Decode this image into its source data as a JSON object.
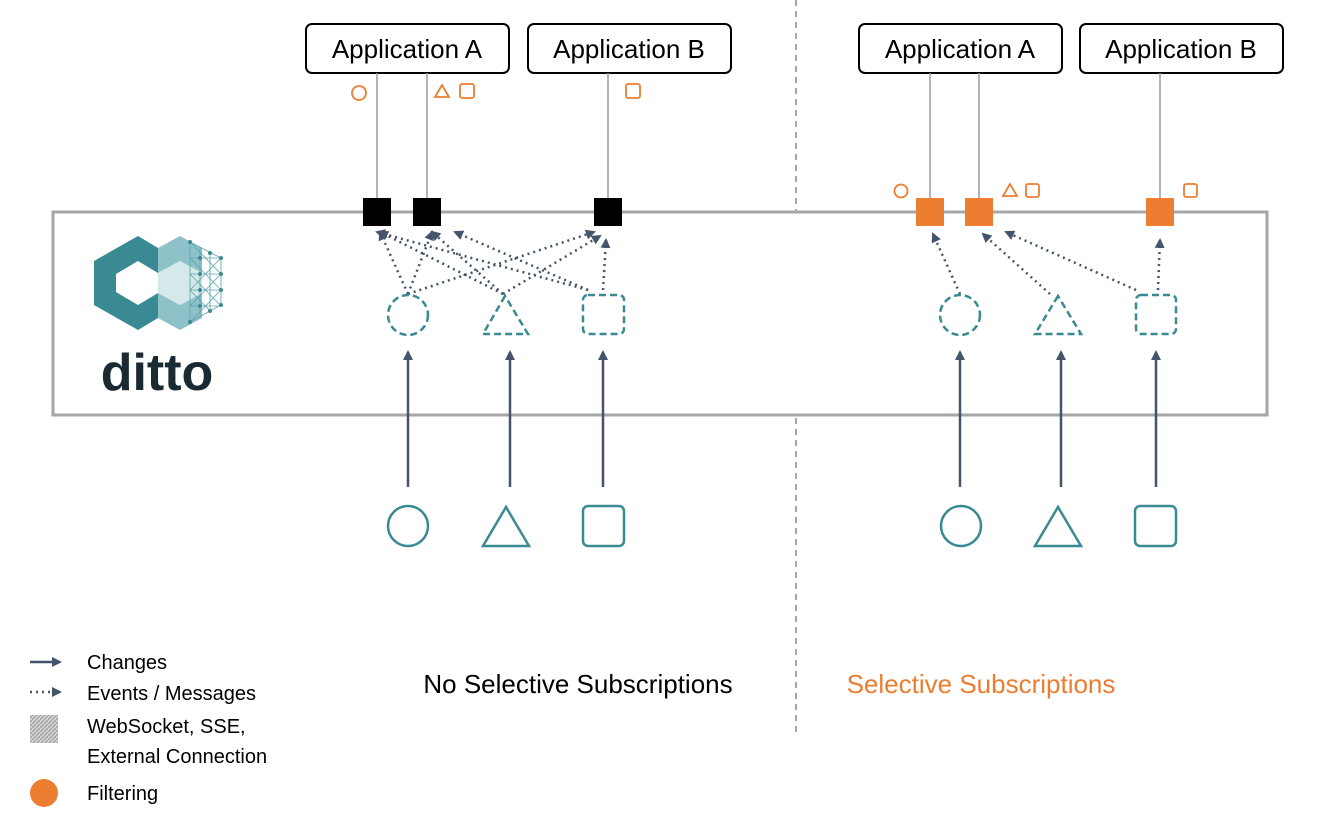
{
  "legend": {
    "changes": "Changes",
    "events": "Events / Messages",
    "websocket_line1": "WebSocket, SSE,",
    "websocket_line2": "External Connection",
    "filtering": "Filtering"
  },
  "panels": {
    "left": {
      "caption": "No Selective Subscriptions",
      "app_a": "Application A",
      "app_b": "Application B"
    },
    "right": {
      "caption": "Selective Subscriptions",
      "app_a": "Application A",
      "app_b": "Application B"
    }
  },
  "logo": {
    "text": "ditto"
  },
  "colors": {
    "orange": "#ed7d31",
    "teal": "#3a8a94",
    "arrow": "#44546a",
    "border": "#a6a6a6"
  }
}
